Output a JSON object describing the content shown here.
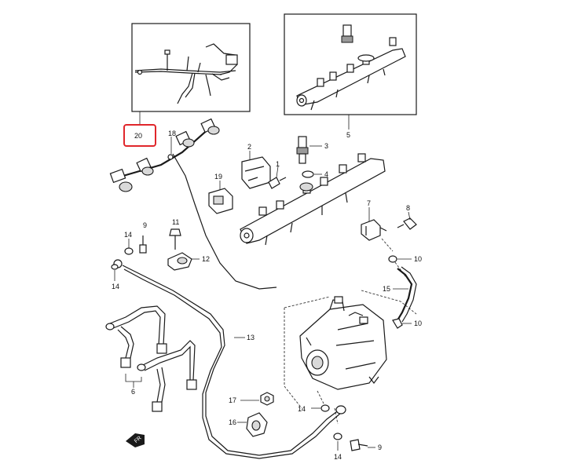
{
  "callouts": {
    "c1": "1",
    "c2": "2",
    "c3": "3",
    "c4": "4",
    "c5": "5",
    "c6": "6",
    "c7": "7",
    "c8": "8",
    "c9a": "9",
    "c9b": "9",
    "c10a": "10",
    "c10b": "10",
    "c11": "11",
    "c12": "12",
    "c13": "13",
    "c14a": "14",
    "c14b": "14",
    "c14c": "14",
    "c14d": "14",
    "c15": "15",
    "c16": "16",
    "c17": "17",
    "c18": "18",
    "c19": "19",
    "c20": "20"
  },
  "highlight": {
    "label": "20",
    "color": "#e0262b"
  },
  "fr_mark": "FR"
}
